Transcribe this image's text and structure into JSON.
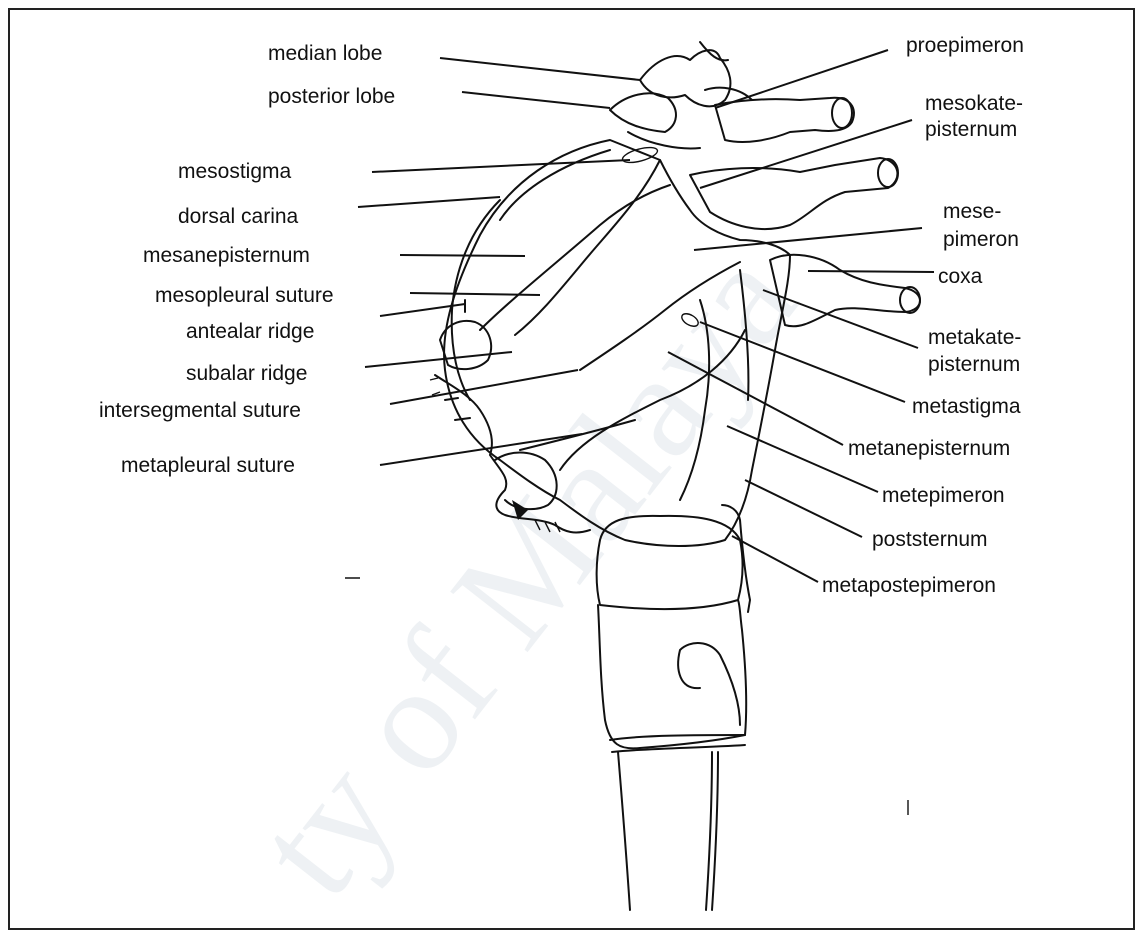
{
  "watermark": "ty of Malaya",
  "labels": {
    "median_lobe": "median lobe",
    "posterior_lobe": "posterior lobe",
    "mesostigma": "mesostigma",
    "dorsal_carina": "dorsal carina",
    "mesanepisternum": "mesanepisternum",
    "mesopleural_suture": "mesopleural suture",
    "antealar_ridge": "antealar ridge",
    "subalar_ridge": "subalar ridge",
    "intersegmental_suture": "intersegmental suture",
    "metapleural_suture": "metapleural suture",
    "proepimeron": "proepimeron",
    "mesokatepisternum_1": "mesokate-",
    "mesokatepisternum_2": "pisternum",
    "mesepimeron_1": "mese-",
    "mesepimeron_2": "pimeron",
    "coxa": "coxa",
    "metakatepisternum_1": "metakate-",
    "metakatepisternum_2": "pisternum",
    "metastigma": "metastigma",
    "metanepisternum": "metanepisternum",
    "metepimeron": "metepimeron",
    "poststernum": "poststernum",
    "metapostepimeron": "metapostepimeron"
  }
}
